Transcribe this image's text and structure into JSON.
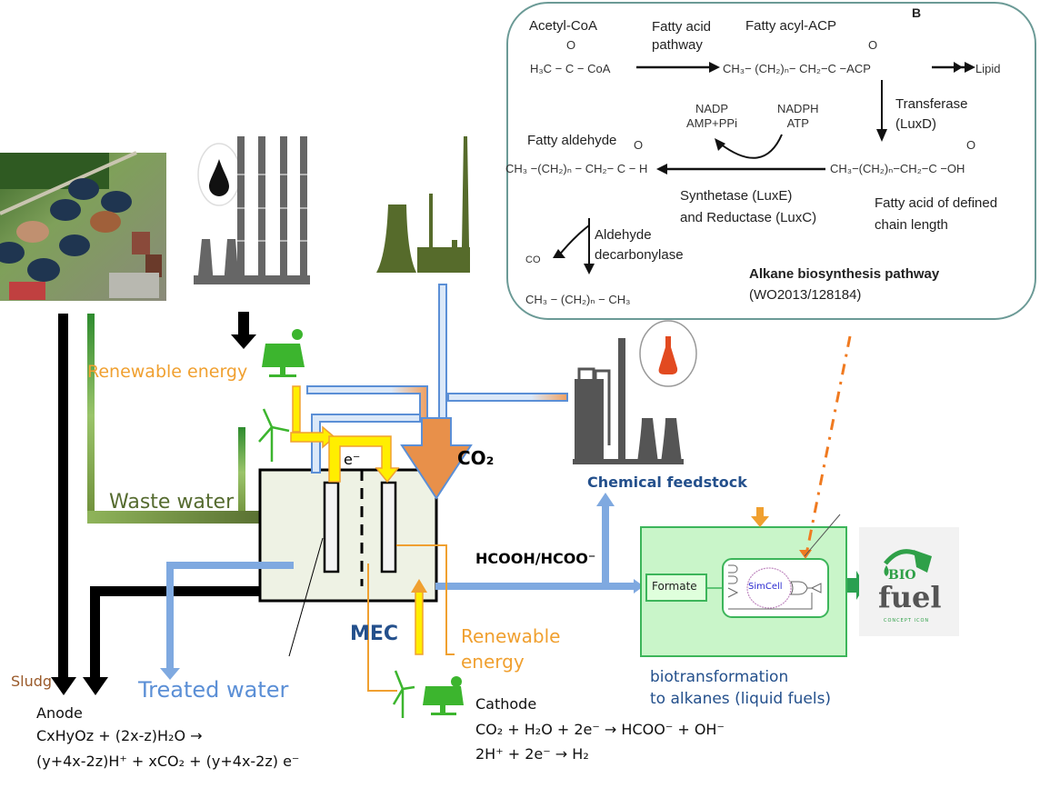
{
  "pathway_box": {
    "panel_label": "B",
    "acetyl_coa": "Acetyl-CoA",
    "fatty_acid_pathway": "Fatty acid\npathway",
    "fatty_acyl_acp": "Fatty acyl-ACP",
    "acetyl_formula_left": "H₃C  − C −  CoA",
    "acyl_formula": "CH₃− (CH₂)ₙ− CH₂−C −ACP",
    "lipid": "Lipid",
    "carbonyl_o": "O",
    "transferase": "Transferase\n(LuxD)",
    "nadp": "NADP\nAMP+PPi",
    "nadph": "NADPH\nATP",
    "fatty_aldehyde": "Fatty aldehyde",
    "aldehyde_formula": "CH₃ −(CH₂)ₙ − CH₂− C − H",
    "acid_formula": "CH₃−(CH₂)ₙ−CH₂−C −OH",
    "synthetase": "Synthetase (LuxE)\nand Reductase (LuxC)",
    "fatty_acid_defined": "Fatty acid of defined\nchain length",
    "aldehyde_decarbonylase": "Aldehyde\ndecarbonylase",
    "co": "CO",
    "alkane_formula": "CH₃ − (CH₂)ₙ − CH₃",
    "pathway_title": "Alkane biosynthesis pathway",
    "patent": "(WO2013/128184)"
  },
  "labels": {
    "renewable_energy_top": "Renewable energy",
    "waste_water": "Waste water",
    "electron": "e⁻",
    "co2": "CO₂",
    "chemical_feedstock": "Chemical feedstock",
    "hcooh": "HCOOH/HCOO⁻",
    "mec": "MEC",
    "renewable_energy_bottom": "Renewable\nenergy",
    "sludge": "Sludg",
    "treated_water": "Treated water",
    "biotransformation": "biotransformation\nto alkanes (liquid fuels)",
    "formate": "Formate",
    "simcell": "SimCell",
    "biofuel_bio": "BIO",
    "biofuel_fuel": "fuel",
    "biofuel_sub": "CONCEPT ICON"
  },
  "equations": {
    "anode_title": "Anode",
    "anode_line1": "CxHyOz + (2x-z)H₂O →",
    "anode_line2": "(y+4x-2z)H⁺ + xCO₂ + (y+4x-2z) e⁻",
    "cathode_title": "Cathode",
    "cathode_line1": "CO₂ + H₂O + 2e⁻ → HCOO⁻ + OH⁻",
    "cathode_line2": "2H⁺ + 2e⁻ → H₂"
  },
  "colors": {
    "orange_label": "#f0a030",
    "blue_label": "#5b8fd6",
    "navy_label": "#24508c",
    "olive": "#556b2f",
    "sludge": "#9a5a2a",
    "reactor_fill": "#eef2e4",
    "bio_box": "#c9f5c9",
    "bio_border": "#3cb55a"
  }
}
